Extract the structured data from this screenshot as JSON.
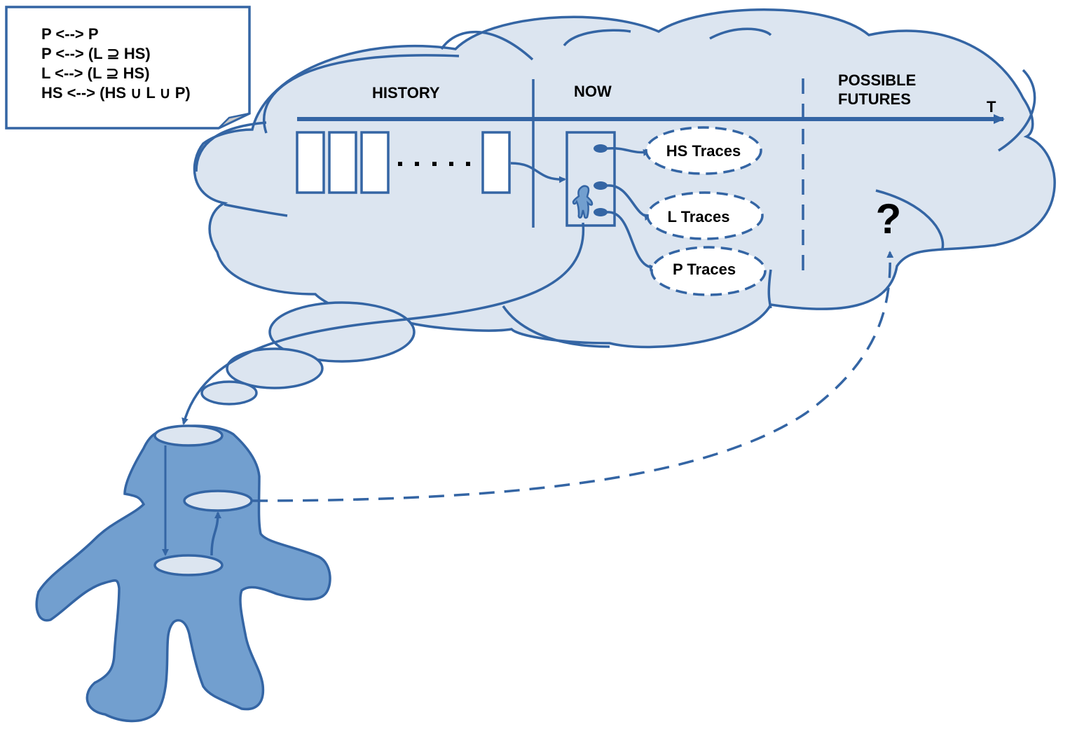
{
  "colors": {
    "outline": "#3465a4",
    "cloud_fill": "#dce5f0",
    "person_fill": "#729fcf",
    "note_fold": "#c8c8c8",
    "text": "#000000"
  },
  "note": {
    "lines": [
      "P <--> P",
      "P <--> (L ⊇ HS)",
      "L <--> (L ⊇ HS)",
      "HS <--> (HS ∪ L  ∪  P)"
    ]
  },
  "timeline": {
    "sections": {
      "history": "HISTORY",
      "now": "NOW",
      "futures_line1": "POSSIBLE",
      "futures_line2": "FUTURES"
    },
    "axis_label": "T",
    "ellipsis": ". . . . ."
  },
  "traces": [
    {
      "label": "HS Traces"
    },
    {
      "label": "L Traces"
    },
    {
      "label": "P Traces"
    }
  ],
  "unknown_future": "?"
}
